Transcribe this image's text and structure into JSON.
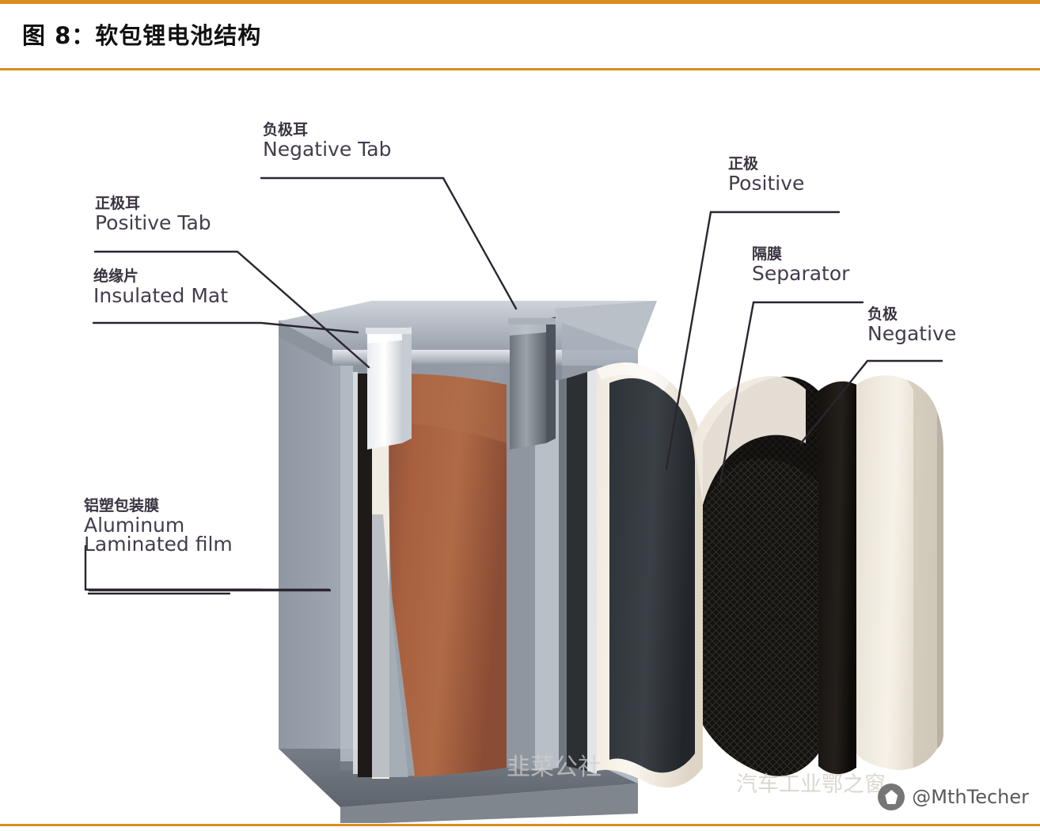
{
  "header": {
    "figure_title": "图 8：软包锂电池结构",
    "accent_color": "#d98d1e"
  },
  "figure": {
    "alt_description": "Cut-away illustration of a pouch (laminated film) lithium battery showing tabs, insulated mat, aluminum laminated film, and the jelly-roll layers of positive, separator and negative electrodes.",
    "callouts": [
      {
        "id": "positive-tab",
        "cn": "正极耳",
        "en": "Positive Tab"
      },
      {
        "id": "insulated-mat",
        "cn": "绝缘片",
        "en": "Insulated Mat"
      },
      {
        "id": "negative-tab",
        "cn": "负极耳",
        "en": "Negative Tab"
      },
      {
        "id": "positive",
        "cn": "正极",
        "en": "Positive"
      },
      {
        "id": "separator",
        "cn": "隔膜",
        "en": "Separator"
      },
      {
        "id": "negative",
        "cn": "负极",
        "en": "Negative"
      },
      {
        "id": "aluminum-film",
        "cn": "铝塑包装膜",
        "en": "Aluminum\nLaminated film"
      }
    ],
    "aluminum_film_en_line1": "Aluminum",
    "aluminum_film_en_line2": "Laminated film"
  },
  "watermarks": {
    "account_name": "@MthTecher",
    "center_text": "韭菜公社",
    "center_text2": "汽车工业鄂之窗"
  }
}
